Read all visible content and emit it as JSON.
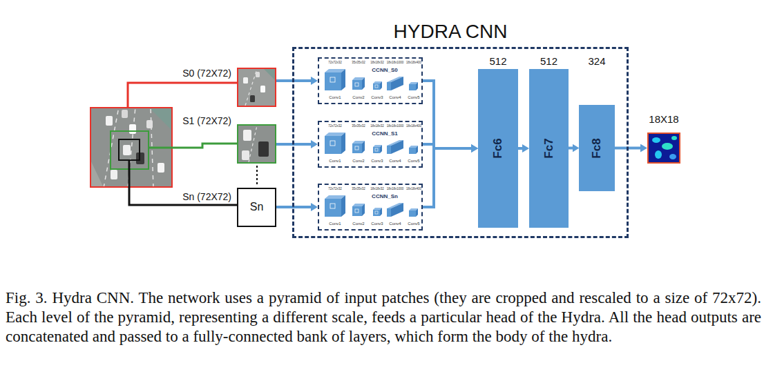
{
  "diagram": {
    "caption": "Fig. 3. Hydra CNN. The network uses a pyramid of input patches (they are cropped and rescaled to a size of 72x72). Each level of the pyramid, representing a different scale, feeds a particular head of the Hydra. All the head outputs are concatenated and passed to a fully-connected bank of layers, which form the body of the hydra.",
    "nodes": [
      {
        "text": [
          "S0 (72X72)"
        ]
      },
      {
        "text": [
          "S1 (72X72)"
        ]
      },
      {
        "text": [
          "Sn (72X72)",
          "Sn"
        ]
      },
      {
        "text": [
          "HYDRA CNN"
        ]
      },
      {
        "text": [
          "72x72x32",
          "35x35x32",
          "18x18x32",
          "18x18x1000",
          "18x18x400",
          "CCNN_S0",
          "Conv1",
          "Conv2",
          "Conv3",
          "Conv4",
          "Conv5"
        ],
        "in": 3
      },
      {
        "text": [
          "72x72x32",
          "35x35x32",
          "18x18x32",
          "18x18x1000",
          "18x18x400",
          "CCNN_S1",
          "Conv1",
          "Conv2",
          "Conv3",
          "Conv4",
          "Conv5"
        ],
        "in": 3
      },
      {
        "text": [
          "72x72x32",
          "35x35x32",
          "18x18x32",
          "18x18x1000",
          "18x18x400",
          "CCNN_Sn",
          "Conv1",
          "Conv2",
          "Conv3",
          "Conv4",
          "Conv5"
        ],
        "in": 3
      },
      {
        "text": [
          "512",
          "Fc6"
        ],
        "in": 3
      },
      {
        "text": [
          "512",
          "Fc7"
        ],
        "in": 3
      },
      {
        "text": [
          "324",
          "Fc8"
        ],
        "in": 3
      },
      {
        "text": [
          "18X18"
        ]
      }
    ],
    "edges": [
      {
        "from": 0,
        "to": 4,
        "arrow": "to"
      },
      {
        "from": 1,
        "to": 5,
        "arrow": "to"
      },
      {
        "from": 2,
        "to": 6,
        "arrow": "to"
      },
      {
        "from": 4,
        "to": 7,
        "arrow": "to"
      },
      {
        "from": 5,
        "to": 7,
        "arrow": "to"
      },
      {
        "from": 6,
        "to": 7,
        "arrow": "to"
      },
      {
        "from": 7,
        "to": 8,
        "arrow": "to"
      },
      {
        "from": 8,
        "to": 9,
        "arrow": "to"
      },
      {
        "from": 9,
        "to": 10,
        "arrow": "to"
      }
    ]
  }
}
